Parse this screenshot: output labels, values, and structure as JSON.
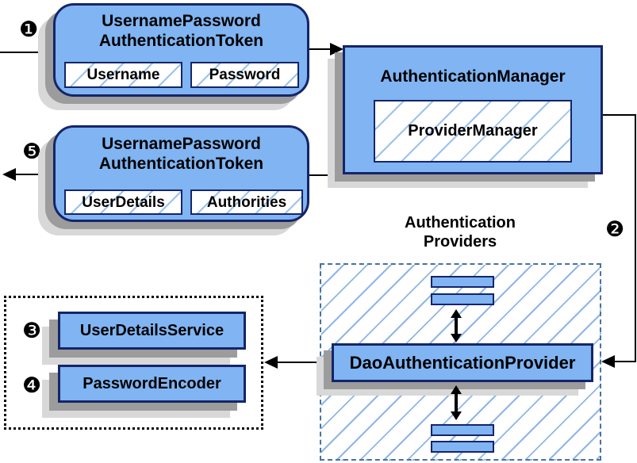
{
  "diagram": {
    "steps": {
      "one": "❶",
      "two": "❷",
      "three": "❸",
      "four": "❹",
      "five": "❺"
    },
    "request_token": {
      "title_line1": "UsernamePassword",
      "title_line2": "AuthenticationToken",
      "fields": [
        "Username",
        "Password"
      ]
    },
    "authentication_manager": {
      "title": "AuthenticationManager",
      "inner_box": "ProviderManager"
    },
    "result_token": {
      "title_line1": "UsernamePassword",
      "title_line2": "AuthenticationToken",
      "fields": [
        "UserDetails",
        "Authorities"
      ]
    },
    "authentication_providers": {
      "heading_line1": "Authentication",
      "heading_line2": "Providers",
      "provider": "DaoAuthenticationProvider"
    },
    "services": {
      "items": [
        "UserDetailsService",
        "PasswordEncoder"
      ]
    },
    "colors": {
      "node_fill": "#80b4f2",
      "node_border": "#152569",
      "hatch_line": "#9cc2ee",
      "providers_dashed_border": "#4672a3",
      "services_dotted_border": "#000000",
      "shadow_dark": "#9c9c9c",
      "shadow_light": "#d8d8d8",
      "connector": "#000000"
    }
  }
}
